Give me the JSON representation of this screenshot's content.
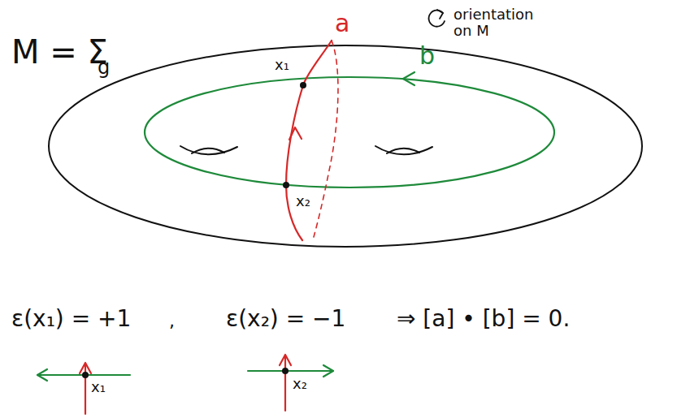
{
  "diagram": {
    "labels": [
      "M = Σ",
      "g",
      "a",
      "orientation on M",
      "x₁",
      "b",
      "x₂",
      "ε(x₁) = +1",
      ",",
      "ε(x₂) = −1",
      "⇒ [a] • [b] = 0.",
      "x₁",
      "x₂"
    ]
  }
}
